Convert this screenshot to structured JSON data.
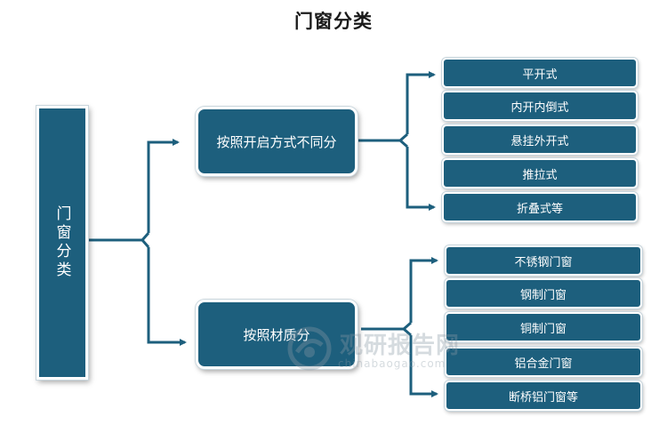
{
  "title": "门窗分类",
  "root": {
    "label": "门窗分类"
  },
  "categories": [
    {
      "label": "按照开启方式不同分",
      "items": [
        "平开式",
        "内开内倒式",
        "悬挂外开式",
        "推拉式",
        "折叠式等"
      ]
    },
    {
      "label": "按照材质分",
      "items": [
        "不锈钢门窗",
        "钢制门窗",
        "铜制门窗",
        "铝合金门窗",
        "断桥铝门窗等"
      ]
    }
  ],
  "watermark": {
    "cn": "观研报告网",
    "en": "chinabaogao.com"
  },
  "colors": {
    "box": "#1d5f7d",
    "line": "#1d5f7d"
  }
}
